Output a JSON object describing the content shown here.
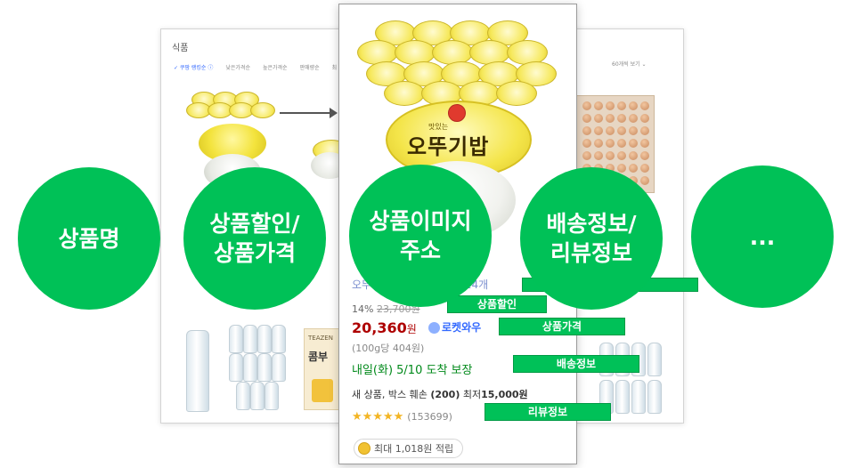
{
  "left_panel": {
    "category_title": "식품",
    "sort_options": [
      "✓ 쿠팡 랭킹순 ⓘ",
      "낮은가격순",
      "높은가격순",
      "판매량순",
      "최"
    ]
  },
  "right_panel": {
    "view_count": "60개씩 보기 ⌄"
  },
  "main_panel": {
    "bowl_brand_text": "오뚜기밥",
    "bowl_sub_text": "맛있는",
    "product_title": "오뚜기 오뚜기밥, 210g, 24개",
    "discount_percent": "14%",
    "original_price": "23,700원",
    "price_value": "20,360",
    "price_unit": "원",
    "rocket_label": "로켓와우",
    "unit_price": "(100g당 404원)",
    "shipping_text": "내일(화) 5/10 도착 보장",
    "stock_text_pre": "새 상품, 박스 훼손 ",
    "stock_count": "(200)",
    "stock_text_mid": " 최저",
    "stock_price": "15,000원",
    "stars": "★★★★★",
    "review_count": "(153699)",
    "points_text": "최대 1,018원 적립"
  },
  "tags": {
    "discount": "상품할인",
    "price": "상품가격",
    "shipping": "배송정보",
    "review": "리뷰정보"
  },
  "circles": {
    "c1": [
      "상품명"
    ],
    "c2": [
      "상품할인/",
      "상품가격"
    ],
    "c3": [
      "상품이미지",
      "주소"
    ],
    "c4": [
      "배송정보/",
      "리뷰정보"
    ],
    "c5": [
      "..."
    ]
  },
  "colors": {
    "circle_green": "#00c157",
    "tag_green": "#00c158",
    "price_red": "#ae0000",
    "shipping_green": "#00891a",
    "rocket_blue": "#346aff",
    "star_gold": "#f3b524"
  }
}
